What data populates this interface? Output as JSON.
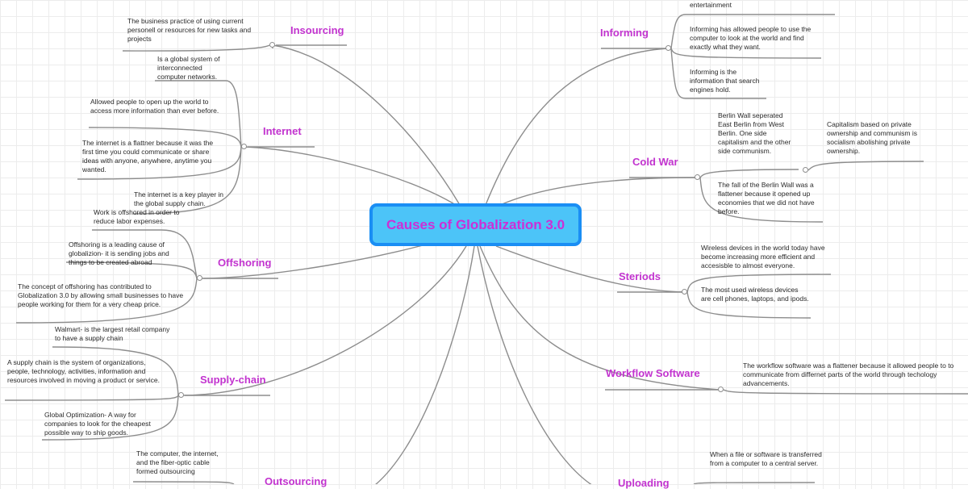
{
  "central": "Causes of Globalization 3.0",
  "topics": {
    "insourcing": "Insourcing",
    "internet": "Internet",
    "offshoring": "Offshoring",
    "supply_chain": "Supply-chain",
    "outsourcing": "Outsourcing",
    "informing": "Informing",
    "cold_war": "Cold War",
    "steriods": "Steriods",
    "workflow": "Workflow Software",
    "uploading": "Uploading"
  },
  "notes": {
    "insourcing_1": "The business practice of using current personell or resources for new tasks and projects",
    "internet_1": "Is a global system of interconnected computer networks.",
    "internet_2": "Allowed people to open up the world to access more information than ever before.",
    "internet_3": "The internet is a flattner because it was the first time you could communicate or share ideas with anyone, anywhere, anytime you wanted.",
    "internet_4": "The internet is a key player in the global supply chain.",
    "offshoring_1": "Work is offshored in order to reduce labor expenses.",
    "offshoring_2": "Offshoring is a leading cause of globalizion- it is sending jobs and things to be created abroad",
    "offshoring_3": "The concept of offshoring has contributed to Globalization 3.0 by allowing small businesses to have people working for them for a very cheap price.",
    "supply_1": "Walmart- is the largest retail company to have a supply chain",
    "supply_2": "A supply chain is the system of organizations, people, technology, activities, information and resources involved in moving a product or service.",
    "supply_3": "Global Optimization- A way for companies to look for the cheapest possible way to ship goods.",
    "outsourcing_1": "The computer, the internet, and the fiber-optic cable formed outsourcing",
    "informing_1": "entertainment",
    "informing_2": "Informing has allowed people to use the computer to look at the world and find exactly what they want.",
    "informing_3": "Informing is the information that search engines hold.",
    "coldwar_1": "Berlin Wall seperated East Berlin from West Berlin. One side capitalism and the other side communism.",
    "coldwar_1a": "Capitalism based on private ownership and communism is socialism abolishing private ownership.",
    "coldwar_2": "The fall of the Berlin Wall was a flattener because it opened up economies that we did not have before.",
    "steriods_1": "Wireless devices in the world today have become increasing more efficient and accesisble to almost everyone.",
    "steriods_2": "The most used wireless devices are cell phones, laptops, and ipods.",
    "workflow_1": "The workflow software was a flattener because it allowed people to to communicate from differnet parts of the world through techology advancements.",
    "uploading_1": "When a file or software is transferred from a computer to a central server."
  },
  "colors": {
    "central_fill": "#4cc4f8",
    "central_border": "#1a8ef4",
    "central_text": "#cc2fd6",
    "topic_text": "#c233cf",
    "line": "#8d8d8d"
  }
}
